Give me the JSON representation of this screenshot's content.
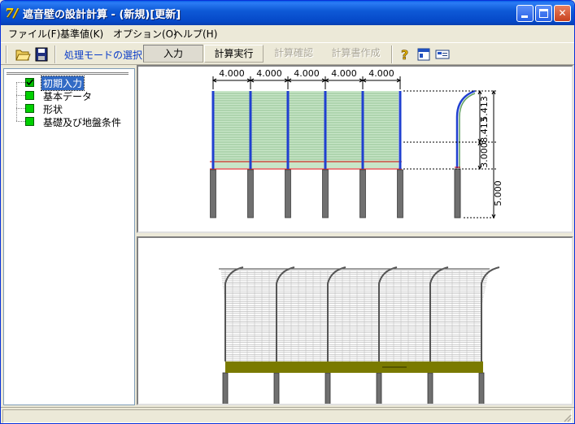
{
  "window": {
    "title": "遮音壁の設計計算 - (新規)[更新]",
    "app_icon_text": "7/",
    "min_label": "",
    "max_label": "",
    "close_label": "✕"
  },
  "menu": [
    {
      "label": "ファイル(F)"
    },
    {
      "label": "基準値(K)"
    },
    {
      "label": "オプション(O)"
    },
    {
      "label": "ヘルプ(H)"
    }
  ],
  "toolbar": {
    "mode_label": "処理モードの選択",
    "buttons": [
      {
        "label": "入力",
        "state": "pressed"
      },
      {
        "label": "計算実行",
        "state": "enabled"
      },
      {
        "label": "計算確認",
        "state": "disabled"
      },
      {
        "label": "計算書作成",
        "state": "disabled"
      }
    ]
  },
  "tree": {
    "items": [
      {
        "label": "初期入力",
        "checked": true,
        "selected": true
      },
      {
        "label": "基本データ",
        "checked": false,
        "selected": false
      },
      {
        "label": "形状",
        "checked": false,
        "selected": false
      },
      {
        "label": "基礎及び地盤条件",
        "checked": false,
        "selected": false
      }
    ]
  },
  "drawing": {
    "span_dims": [
      "4.000",
      "4.000",
      "4.000",
      "4.000",
      "4.000"
    ],
    "side_dims": {
      "upper": "5.413",
      "total": "8.413",
      "lower": "3.000",
      "foundation": "5.000"
    }
  },
  "colors": {
    "panel_green": "#c8e6c8",
    "panel_line": "#60a060",
    "post_blue": "#2040d0",
    "pile_gray": "#707070",
    "base_olive": "#7a7a00",
    "red_line": "#d00000",
    "title_blue": "#0548c8"
  }
}
